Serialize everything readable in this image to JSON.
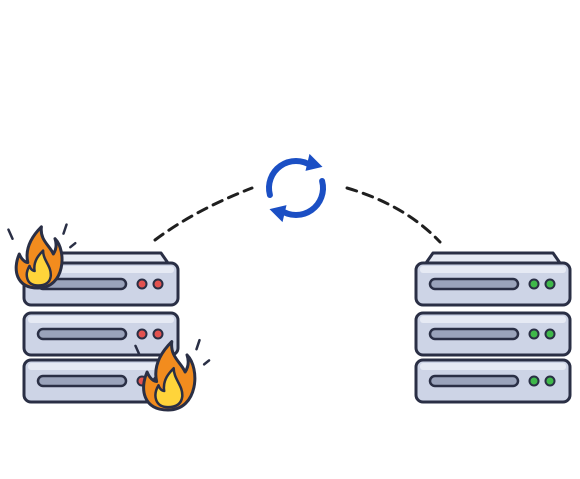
{
  "diagram": {
    "background": "#ffffff",
    "sync_icon": {
      "icon": "sync-arrows-icon",
      "color": "#1b4fc4"
    },
    "connector": {
      "style": "dashed",
      "color": "#1f1f1f"
    },
    "servers": [
      {
        "id": "failed-server",
        "status": "on-fire",
        "led_color": "#e3524f",
        "units": 3,
        "icons": [
          "fire-icon",
          "fire-icon"
        ]
      },
      {
        "id": "backup-server",
        "status": "healthy",
        "led_color": "#3fb84a",
        "units": 3,
        "icons": []
      }
    ],
    "colors": {
      "outline": "#2a2f45",
      "unit_fill": "#cdd4e6",
      "unit_top": "#e6eaf4",
      "slot_fill": "#9aa3bb",
      "flame_outer": "#f28c1e",
      "flame_inner": "#ffd43a"
    }
  }
}
